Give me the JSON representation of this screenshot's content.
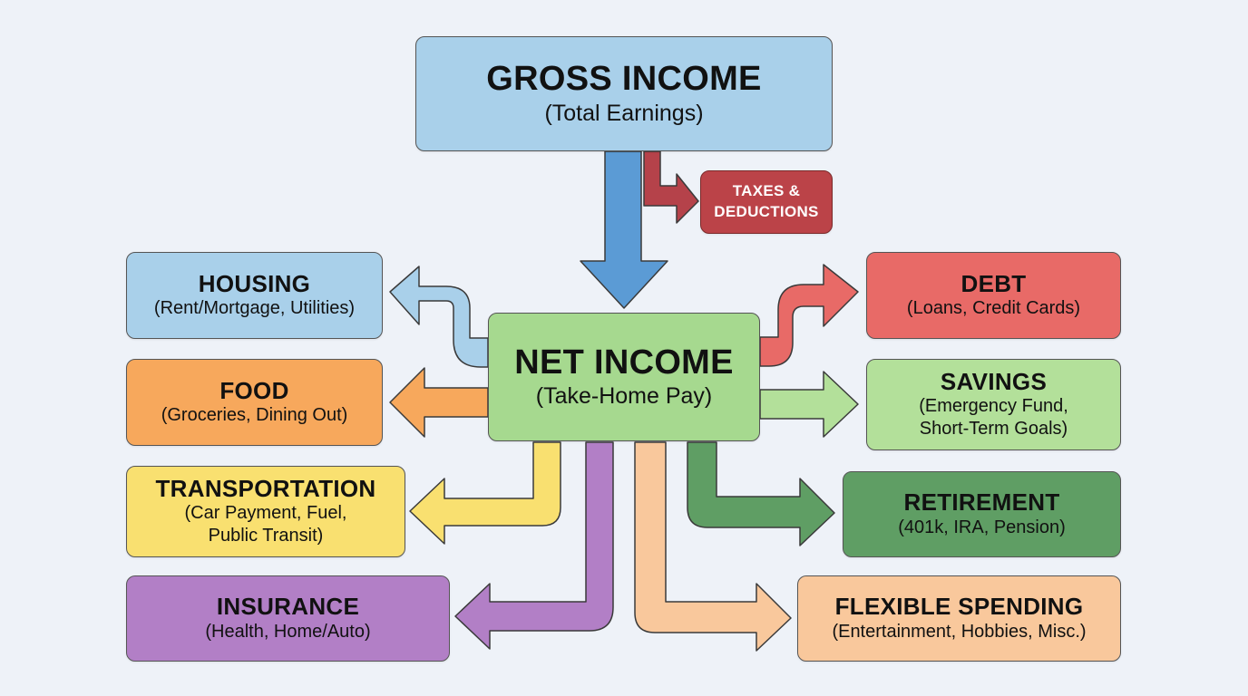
{
  "diagram": {
    "gross": {
      "title": "GROSS INCOME",
      "subtitle": "(Total Earnings)",
      "color": "#a9d0ea"
    },
    "taxes": {
      "title": "TAXES &\nDEDUCTIONS",
      "color": "#bb4348"
    },
    "net": {
      "title": "NET INCOME",
      "subtitle": "(Take-Home Pay)",
      "color": "#a6d98f"
    },
    "housing": {
      "title": "HOUSING",
      "subtitle": "(Rent/Mortgage, Utilities)",
      "color": "#a9d0ea"
    },
    "food": {
      "title": "FOOD",
      "subtitle": "(Groceries, Dining Out)",
      "color": "#f7a85c"
    },
    "transportation": {
      "title": "TRANSPORTATION",
      "subtitle": "(Car Payment, Fuel,\nPublic Transit)",
      "color": "#f9e070"
    },
    "insurance": {
      "title": "INSURANCE",
      "subtitle": "(Health, Home/Auto)",
      "color": "#b27fc6"
    },
    "debt": {
      "title": "DEBT",
      "subtitle": "(Loans, Credit Cards)",
      "color": "#e86a67"
    },
    "savings": {
      "title": "SAVINGS",
      "subtitle": "(Emergency Fund,\nShort-Term Goals)",
      "color": "#b3e09a"
    },
    "retirement": {
      "title": "RETIREMENT",
      "subtitle": "(401k, IRA, Pension)",
      "color": "#5f9e64"
    },
    "flexible": {
      "title": "FLEXIBLE SPENDING",
      "subtitle": "(Entertainment, Hobbies, Misc.)",
      "color": "#f9c89c"
    }
  }
}
